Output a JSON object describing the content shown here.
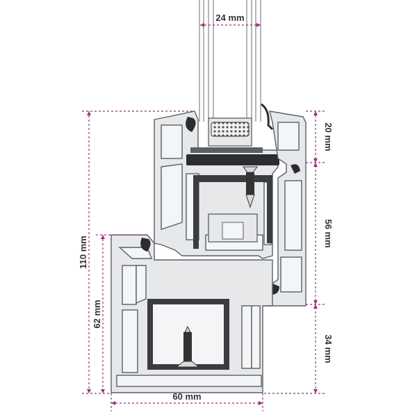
{
  "dimensions": {
    "glass": "24 mm",
    "top_seal": "20 mm",
    "sash_middle": "56 mm",
    "frame_bottom": "34 mm",
    "total_height": "110 mm",
    "frame_height": "62 mm",
    "frame_width": "60 mm"
  },
  "colors": {
    "dimension_line": "#9b2f7d",
    "profile_fill": "#e6e8ea",
    "profile_stroke": "#5a5f66",
    "reinforcement": "#3a3c40",
    "gasket": "#2c2d30",
    "glass_line": "#8a8f96"
  }
}
